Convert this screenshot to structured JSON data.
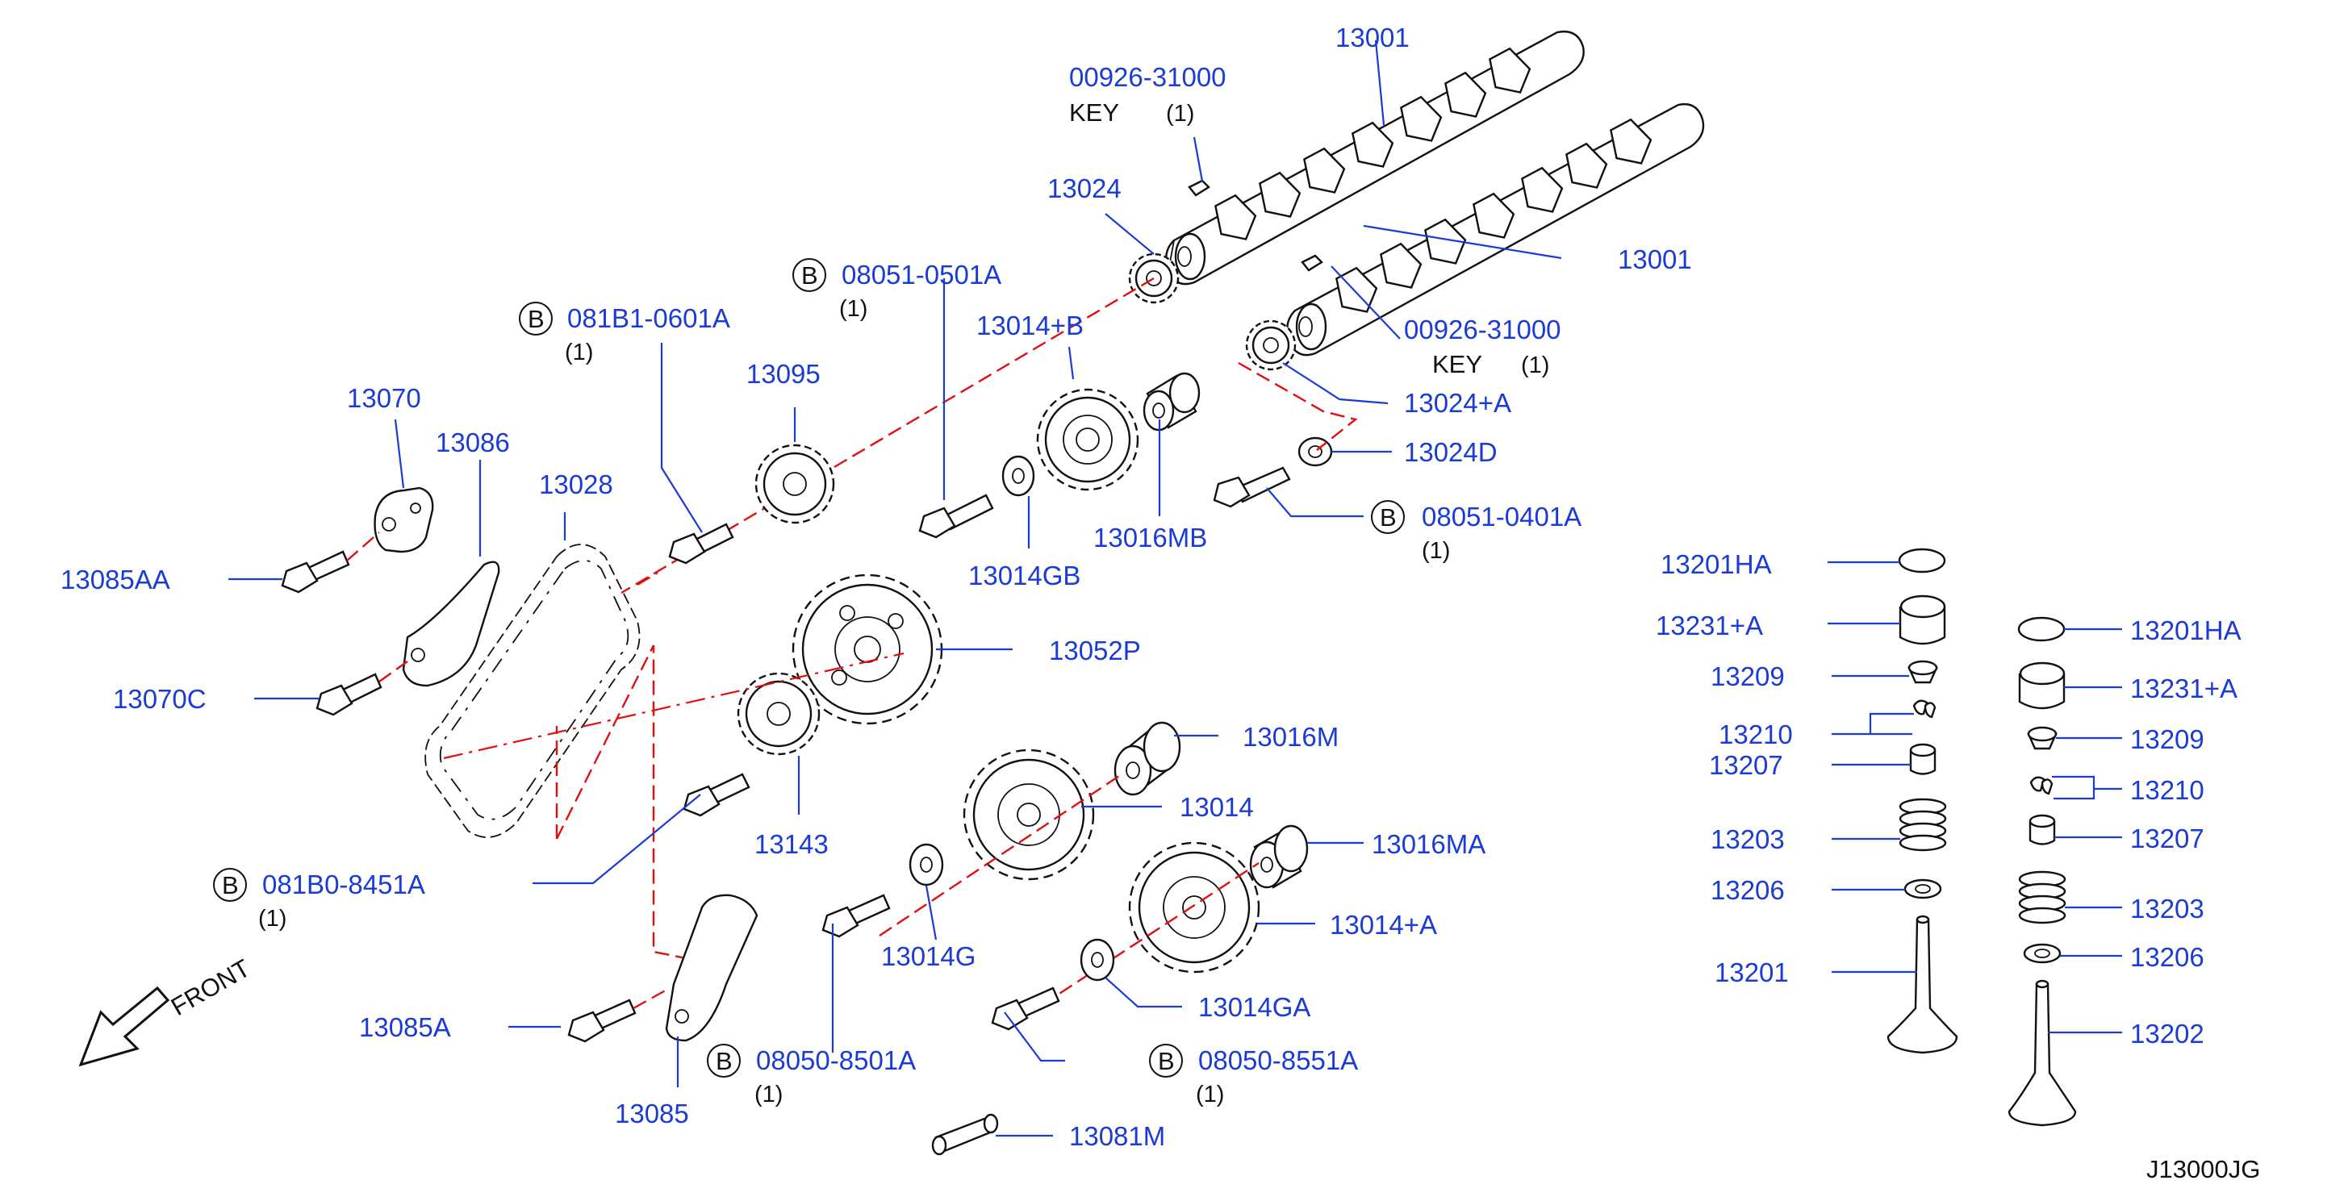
{
  "diagram_code": "J13000JG",
  "front_label": "FRONT",
  "key_label": "KEY",
  "bolt_marker": "B",
  "colors": {
    "label": "#1a3bd6",
    "dashed_line": "#e01010",
    "ink": "#111111"
  },
  "labels": {
    "p13001_top": "13001",
    "p00926_top": "00926-31000",
    "key_qty_top": "(1)",
    "p13024": "13024",
    "p13001_right": "13001",
    "p00926_right": "00926-31000",
    "key_qty_right": "(1)",
    "p13024A": "13024+A",
    "p13024D": "13024D",
    "p08051_0401A": "08051-0401A",
    "qty_08051_0401A": "(1)",
    "p08051_0501A": "08051-0501A",
    "qty_08051_0501A": "(1)",
    "p13014B": "13014+B",
    "p081B1_0601A": "081B1-0601A",
    "qty_081B1_0601A": "(1)",
    "p13095": "13095",
    "p13070": "13070",
    "p13086": "13086",
    "p13028": "13028",
    "p13085AA": "13085AA",
    "p13070C": "13070C",
    "p13016MB": "13016MB",
    "p13014GB": "13014GB",
    "p13052P": "13052P",
    "p13016M": "13016M",
    "p13014": "13014",
    "p13143": "13143",
    "p13016MA": "13016MA",
    "p081B0_8451A": "081B0-8451A",
    "qty_081B0_8451A": "(1)",
    "p13014G": "13014G",
    "p13014A": "13014+A",
    "p13014GA": "13014GA",
    "p13085A": "13085A",
    "p13085": "13085",
    "p08050_8501A": "08050-8501A",
    "qty_08050_8501A": "(1)",
    "p08050_8551A": "08050-8551A",
    "qty_08050_8551A": "(1)",
    "p13081M": "13081M"
  },
  "valve_left": [
    "13201HA",
    "13231+A",
    "13209",
    "13210",
    "13207",
    "13203",
    "13206",
    "13201"
  ],
  "valve_right": [
    "13201HA",
    "13231+A",
    "13209",
    "13210",
    "13207",
    "13203",
    "13206",
    "13202"
  ]
}
